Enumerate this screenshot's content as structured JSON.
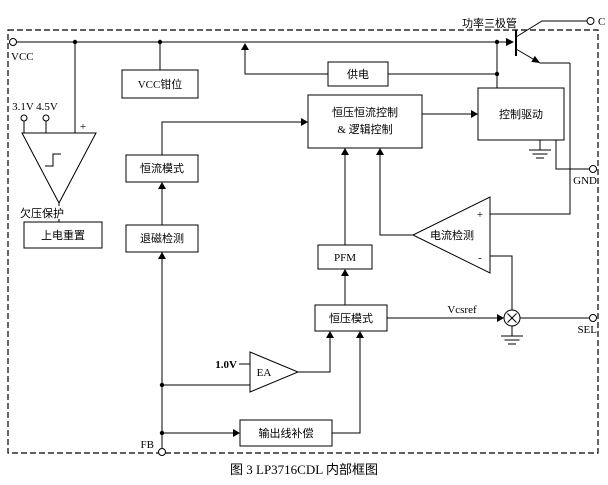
{
  "caption": "图 3  LP3716CDL 内部框图",
  "labels": {
    "vcc": "VCC",
    "c": "C",
    "gnd": "GND",
    "sel": "SEL",
    "fb": "FB",
    "v1": "3.1V",
    "v2": "4.5V",
    "vref": "1.0V",
    "vcsref": "Vcsref",
    "plus": "+",
    "minus": "-",
    "ea": "EA",
    "power_transistor": "功率三极管"
  },
  "blocks": {
    "vcc_clamp": "VCC钳位",
    "supply": "供电",
    "cvcc1": "恒压恒流控制",
    "cvcc2": "& 逻辑控制",
    "drive": "控制驱动",
    "cc_mode": "恒流模式",
    "demag": "退磁检测",
    "pfm": "PFM",
    "cv_mode": "恒压模式",
    "line_comp": "输出线补偿",
    "por": "上电重置",
    "uvlo": "欠压保护",
    "cs": "电流检测"
  },
  "colors": {
    "ink": "#000000",
    "background": "#ffffff"
  }
}
